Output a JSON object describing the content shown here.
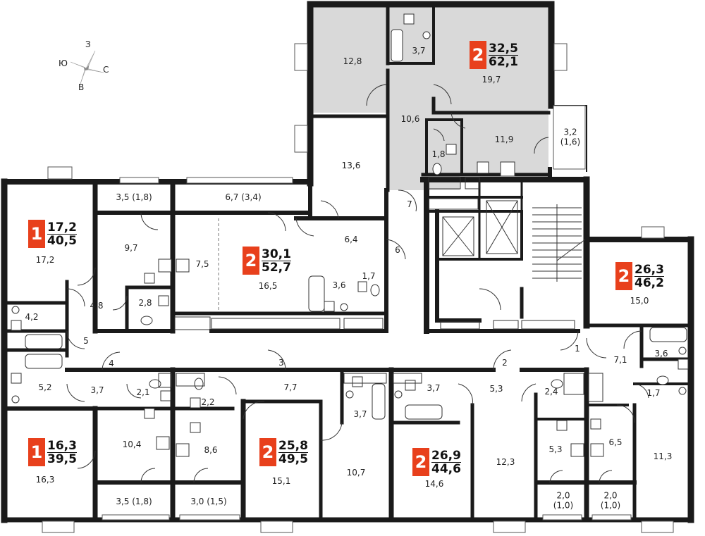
{
  "compass": {
    "north": "З",
    "west": "Ю",
    "east": "С",
    "south": "В"
  },
  "colors": {
    "accent": "#e8401c",
    "selected": "#d9d9d9",
    "wall": "#1a1a1a"
  },
  "apartments": [
    {
      "rooms": "2",
      "living": "32,5",
      "total": "62,1"
    },
    {
      "rooms": "1",
      "living": "17,2",
      "total": "40,5"
    },
    {
      "rooms": "2",
      "living": "30,1",
      "total": "52,7"
    },
    {
      "rooms": "2",
      "living": "26,3",
      "total": "46,2"
    },
    {
      "rooms": "1",
      "living": "16,3",
      "total": "39,5"
    },
    {
      "rooms": "2",
      "living": "25,8",
      "total": "49,5"
    },
    {
      "rooms": "2",
      "living": "26,9",
      "total": "44,6"
    }
  ],
  "rooms": [
    "12,8",
    "3,7",
    "19,7",
    "10,6",
    "1,8",
    "11,9",
    "3,2\n(1,6)",
    "13,6",
    "3,5 (1,8)",
    "6,7 (3,4)",
    "17,2",
    "9,7",
    "7,5",
    "16,5",
    "6,4",
    "3,6",
    "1,7",
    "4,2",
    "4,8",
    "2,8",
    "15,0",
    "7,1",
    "3,6",
    "1,7",
    "5,2",
    "3,7",
    "2,1",
    "2,2",
    "7,7",
    "3,7",
    "3,7",
    "5,3",
    "2,4",
    "16,3",
    "10,4",
    "8,6",
    "15,1",
    "10,7",
    "14,6",
    "12,3",
    "5,3",
    "6,5",
    "11,3",
    "3,5 (1,8)",
    "3,0 (1,5)",
    "2,0\n(1,0)",
    "2,0\n(1,0)"
  ],
  "doors": [
    "7",
    "6",
    "5",
    "4",
    "3",
    "2",
    "1"
  ]
}
